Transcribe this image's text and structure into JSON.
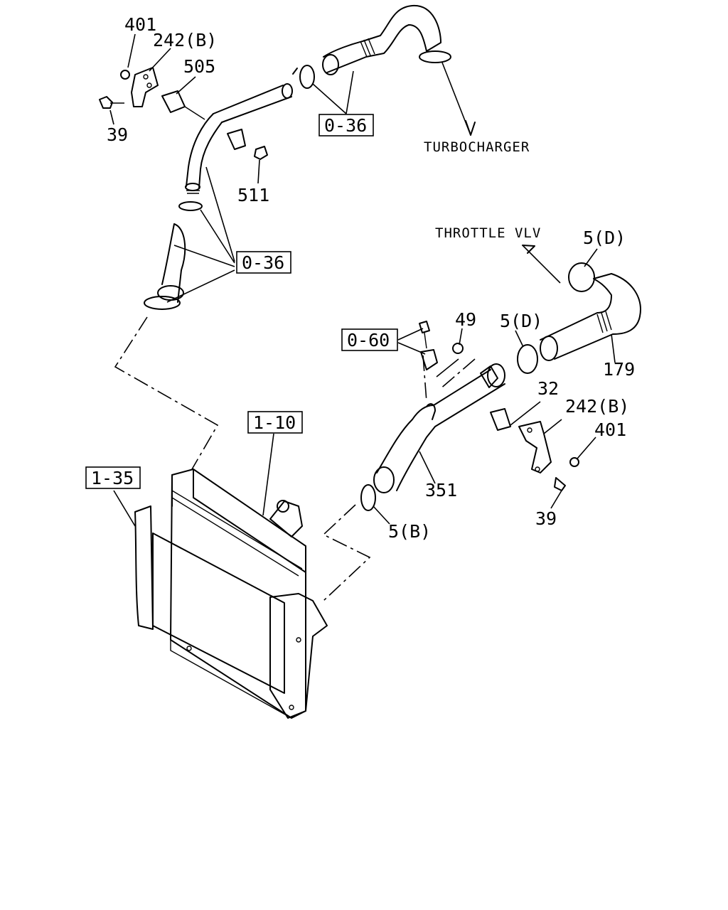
{
  "labels": {
    "l401a": "401",
    "l242a": "242(B)",
    "l505": "505",
    "l39a": "39",
    "l036a": "0-36",
    "lturbo": "TURBOCHARGER",
    "l511": "511",
    "l036b": "0-36",
    "lthrottle": "THROTTLE VLV",
    "l5da": "5(D)",
    "l49": "49",
    "l5db": "5(D)",
    "l060": "0-60",
    "l179": "179",
    "l32": "32",
    "l242b": "242(B)",
    "l401b": "401",
    "l110": "1-10",
    "l135": "1-35",
    "l351": "351",
    "l5b": "5(B)",
    "l39b": "39"
  }
}
